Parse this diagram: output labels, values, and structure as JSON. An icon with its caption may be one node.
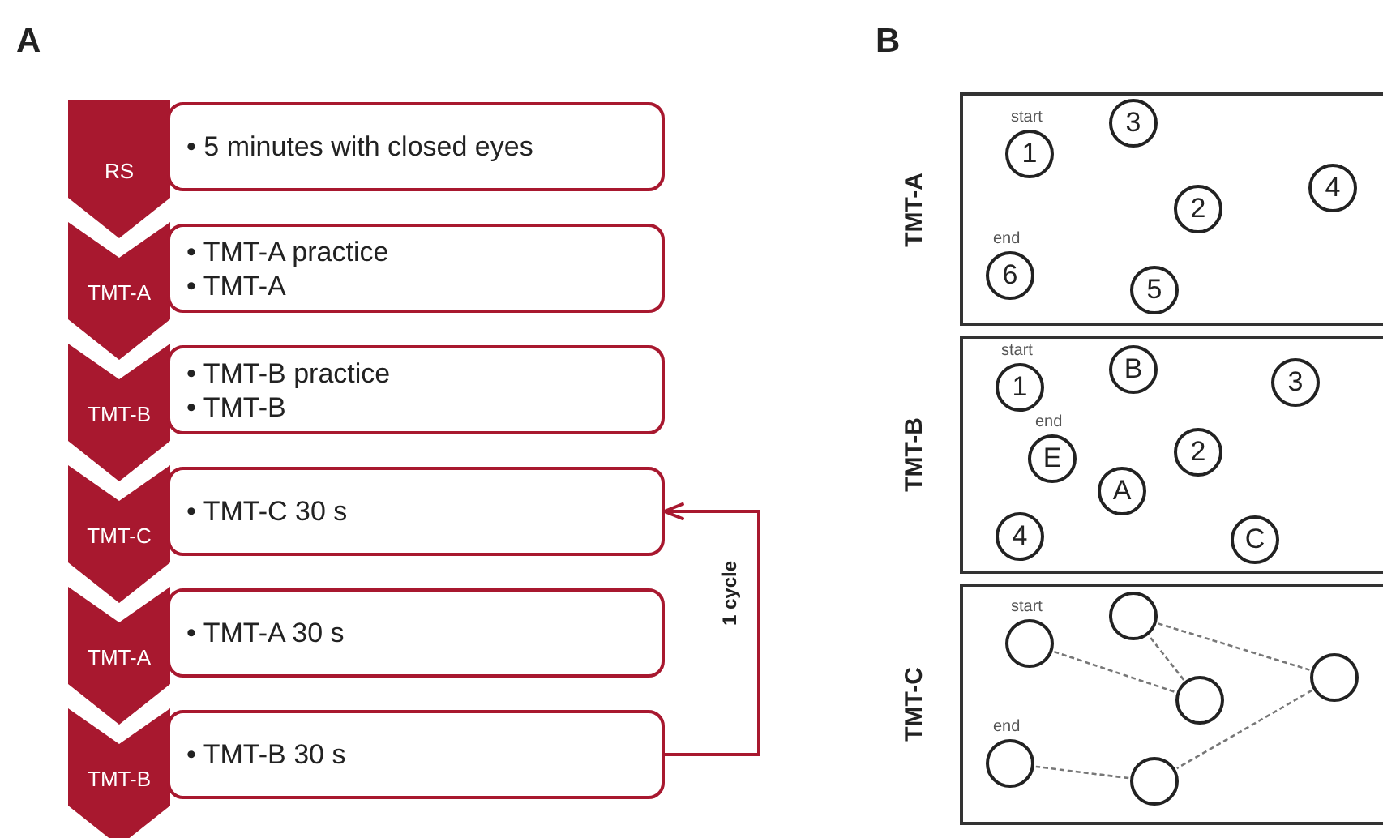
{
  "diagram": {
    "nodes": [
      {
        "text": [
          "RS"
        ]
      },
      {
        "text": [
          "• 5 minutes with closed eyes"
        ]
      },
      {
        "text": [
          "TMT-A"
        ]
      },
      {
        "text": [
          "• TMT-A practice",
          "• TMT-A"
        ]
      },
      {
        "text": [
          "TMT-B"
        ]
      },
      {
        "text": [
          "• TMT-B practice",
          "• TMT-B"
        ]
      },
      {
        "text": [
          "TMT-C"
        ]
      },
      {
        "text": [
          "• TMT-C 30 s"
        ]
      },
      {
        "text": [
          "TMT-A"
        ]
      },
      {
        "text": [
          "• TMT-A 30 s"
        ]
      },
      {
        "text": [
          "TMT-B"
        ]
      },
      {
        "text": [
          "• TMT-B 30 s"
        ]
      },
      {
        "text": [
          "TMT-A"
        ]
      },
      {
        "text": [
          "1"
        ],
        "in": 12,
        "beside": [
          "start"
        ]
      },
      {
        "text": [
          "3"
        ],
        "in": 12
      },
      {
        "text": [
          "2"
        ],
        "in": 12
      },
      {
        "text": [
          "4"
        ],
        "in": 12
      },
      {
        "text": [
          "6"
        ],
        "in": 12,
        "beside": [
          "end"
        ]
      },
      {
        "text": [
          "5"
        ],
        "in": 12
      },
      {
        "text": [
          "TMT-B"
        ]
      },
      {
        "text": [
          "1"
        ],
        "in": 19,
        "beside": [
          "start"
        ]
      },
      {
        "text": [
          "B"
        ],
        "in": 19
      },
      {
        "text": [
          "3"
        ],
        "in": 19
      },
      {
        "text": [
          "E"
        ],
        "in": 19,
        "beside": [
          "end"
        ]
      },
      {
        "text": [
          "2"
        ],
        "in": 19
      },
      {
        "text": [
          "A"
        ],
        "in": 19
      },
      {
        "text": [
          "4"
        ],
        "in": 19
      },
      {
        "text": [
          "C"
        ],
        "in": 19
      },
      {
        "text": [
          "TMT-C"
        ]
      },
      {
        "text": [],
        "shape": "circle",
        "in": 28,
        "beside": [
          "start"
        ]
      },
      {
        "text": [],
        "shape": "circle",
        "in": 28
      },
      {
        "text": [],
        "shape": "circle",
        "in": 28
      },
      {
        "text": [],
        "shape": "circle",
        "in": 28
      },
      {
        "text": [],
        "shape": "circle",
        "in": 28,
        "beside": [
          "end"
        ]
      },
      {
        "text": [],
        "shape": "circle",
        "in": 28
      }
    ],
    "edges": [
      {
        "from": 11,
        "to": 7,
        "arrow": "to",
        "label": "1 cycle",
        "color": "#a8182f"
      },
      {
        "from": 29,
        "to": 31,
        "arrow": "none",
        "style": "dashed"
      },
      {
        "from": 31,
        "to": 30,
        "arrow": "none",
        "style": "dashed"
      },
      {
        "from": 30,
        "to": 32,
        "arrow": "none",
        "style": "dashed"
      },
      {
        "from": 32,
        "to": 34,
        "arrow": "none",
        "style": "dashed"
      },
      {
        "from": 34,
        "to": 33,
        "arrow": "none",
        "style": "dashed"
      }
    ],
    "labels": [
      "A",
      "B"
    ]
  }
}
